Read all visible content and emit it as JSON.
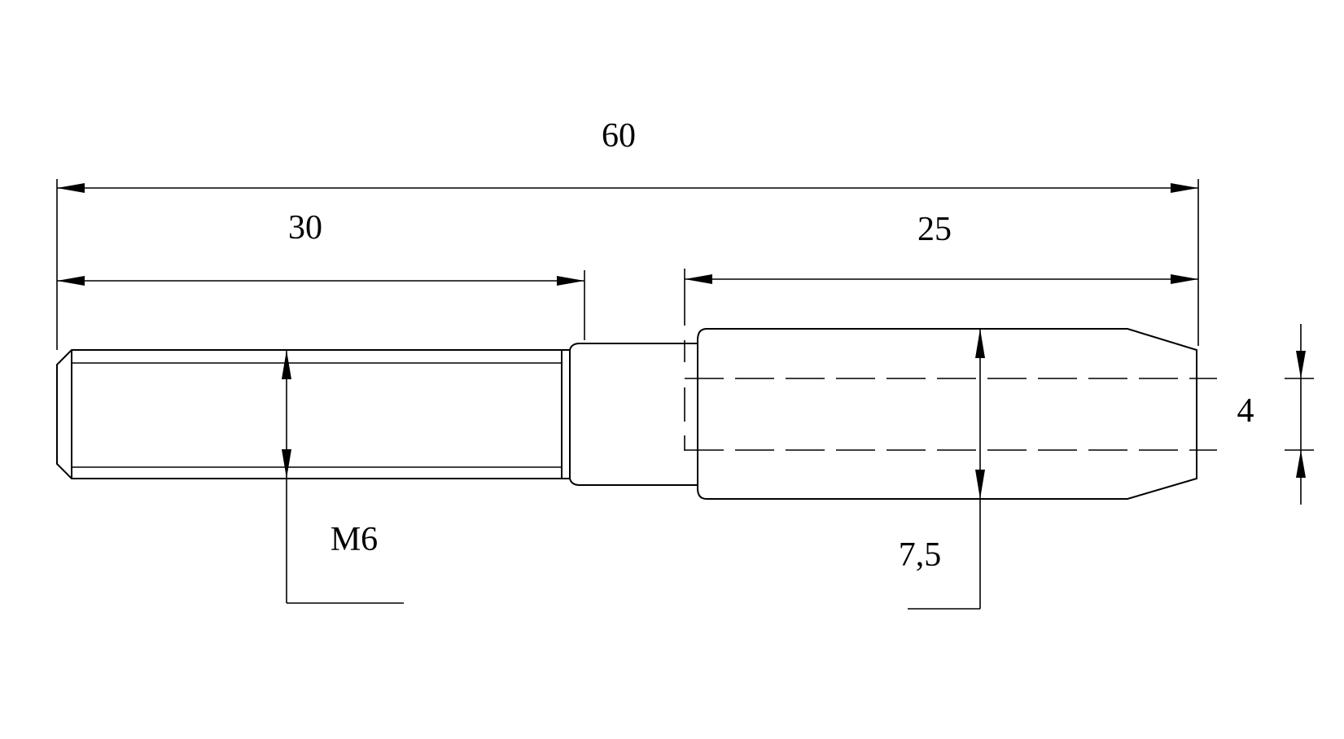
{
  "dimensions": {
    "overall_length": "60",
    "thread_length": "30",
    "body_length": "25",
    "bore_diameter": "4",
    "thread_size": "M6",
    "body_diameter": "7,5"
  }
}
